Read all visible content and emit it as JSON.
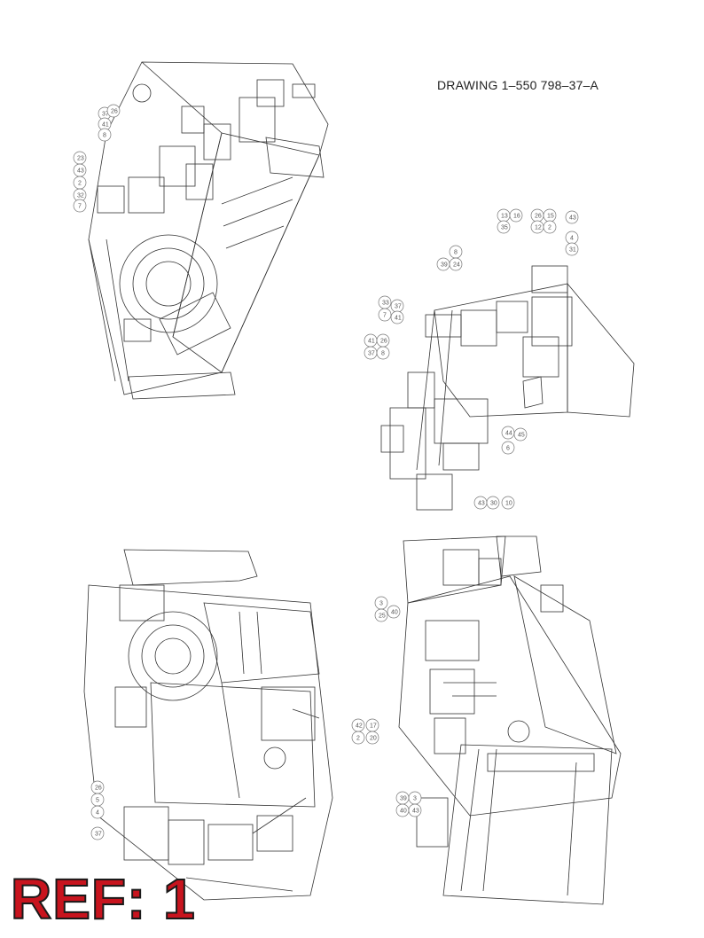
{
  "drawing": {
    "title": "DRAWING 1–550 798–37–A"
  },
  "reference": {
    "label": "REF: 1"
  },
  "views": [
    {
      "id": "view-top-left",
      "callouts": [
        "37",
        "41",
        "8",
        "26",
        "23",
        "43",
        "2",
        "32",
        "7"
      ]
    },
    {
      "id": "view-top-right",
      "callouts": [
        "13",
        "35",
        "16",
        "26",
        "15",
        "12",
        "2",
        "43",
        "4",
        "31",
        "39",
        "8",
        "24",
        "7",
        "33",
        "37",
        "41",
        "37",
        "41",
        "8",
        "26",
        "6",
        "44",
        "45",
        "43",
        "30",
        "10"
      ]
    },
    {
      "id": "view-bottom-left",
      "callouts": [
        "26",
        "5",
        "4",
        "37"
      ]
    },
    {
      "id": "view-bottom-right",
      "callouts": [
        "3",
        "25",
        "40",
        "2",
        "42",
        "17",
        "20",
        "3",
        "39",
        "40",
        "43"
      ]
    }
  ],
  "colors": {
    "ref_fill": "#c8141e",
    "line": "#333333"
  }
}
